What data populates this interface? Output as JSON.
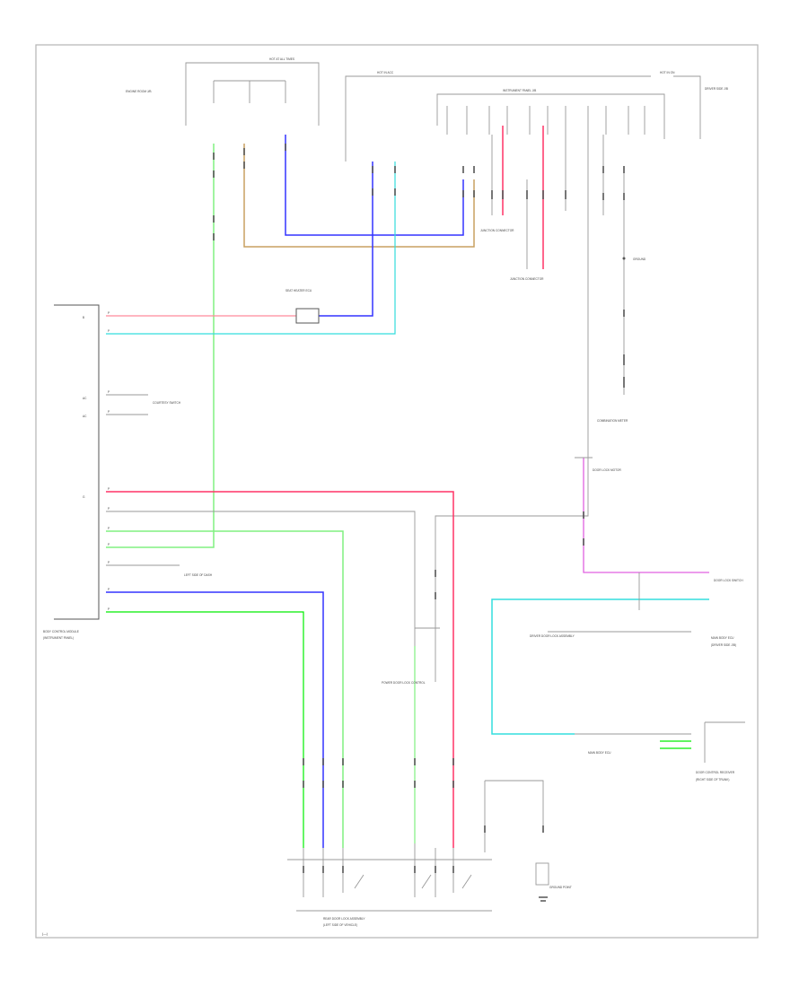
{
  "diagram": {
    "frame_code": "(—)",
    "colors": {
      "green": "#00ee00",
      "light_green": "#80f080",
      "blue": "#3333ff",
      "cyan": "#33dddd",
      "tan": "#c8a060",
      "red": "#ff3366",
      "pink": "#ff8a9a",
      "magenta": "#e060e0",
      "gray": "#999999",
      "dark": "#555555"
    },
    "labels": {
      "fuse_top_left_header": "HOT AT ALL TIMES",
      "fuse_top_center_header": "HOT IN ACC",
      "fuse_top_right_header": "HOT IN ON",
      "junction_top_left": "ENGINE ROOM J/B",
      "junction_center": "INSTRUMENT PANEL J/B",
      "junction_right": "DRIVER SIDE J/B",
      "seat_heater_ecu": "SEAT HEATER ECU",
      "ground_right_1": "GROUND",
      "ground_center_1": "JUNCTION CONNECTOR",
      "ground_center_2": "JUNCTION CONNECTOR",
      "power_door_lock": "POWER DOOR LOCK CONTROL",
      "combination_meter": "COMBINATION METER",
      "left_module": "BODY CONTROL MODULE",
      "left_module_sub": "(INSTRUMENT PANEL)",
      "courtesy_switch": "COURTESY SWITCH",
      "driver_door": "DRIVER DOOR LOCK ASSEMBLY",
      "main_body": "MAIN BODY ECU",
      "main_body_sub": "(DRIVER SIDE J/B)",
      "door_lock_motor": "DOOR LOCK MOTOR",
      "right_switch": "DOOR LOCK SWITCH",
      "right_ecu": "DOOR CONTROL RECEIVER",
      "right_ecu_sub": "(RIGHT SIDE OF TRUNK)",
      "left_ground": "LEFT SIDE OF DASH",
      "bottom_ground": "GROUND POINT",
      "bottom_assembly": "REAR DOOR LOCK ASSEMBLY",
      "bottom_assembly_sub": "(LEFT SIDE OF VEHICLE)"
    }
  }
}
